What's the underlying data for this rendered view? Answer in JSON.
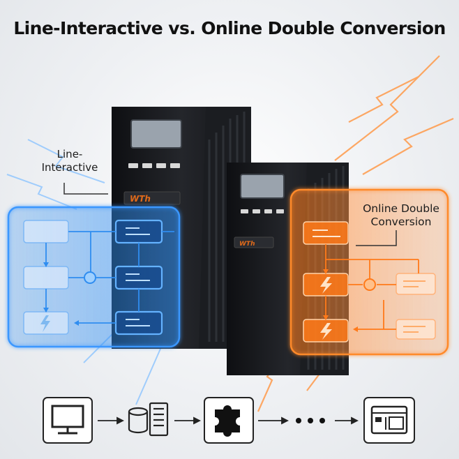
{
  "title": "Line-Interactive vs. Online Double Conversion",
  "labels": {
    "line_interactive_line1": "Line-",
    "line_interactive_line2": "Interactive",
    "online_double_line1": "Online Double",
    "online_double_line2": "Conversion"
  },
  "colors": {
    "blue_accent": "#2f8df0",
    "orange_accent": "#ff7a1a",
    "ups_body": "#1a1c20",
    "brand_orange": "#e06a1a"
  },
  "icons": {
    "pipeline": [
      "computer-icon",
      "server-icon",
      "puzzle-icon",
      "ellipsis-icon",
      "appliance-icon"
    ]
  }
}
